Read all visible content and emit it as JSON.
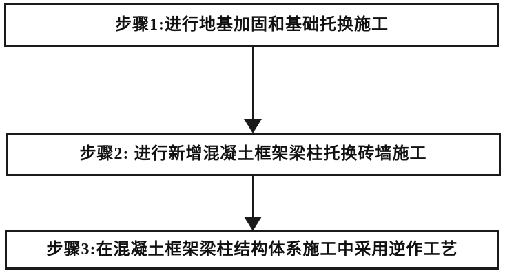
{
  "flowchart": {
    "type": "vertical-process-flow",
    "colors": {
      "background": "#ffffff",
      "line": "#1a1a1a",
      "text": "#111111"
    },
    "steps": [
      {
        "id": 1,
        "label": "步骤1:进行地基加固和基础托换施工"
      },
      {
        "id": 2,
        "label": "步骤2: 进行新增混凝土框架梁柱托换砖墙施工"
      },
      {
        "id": 3,
        "label": "步骤3:在混凝土框架梁柱结构体系施工中采用逆作工艺"
      }
    ],
    "connectors": [
      {
        "from": 1,
        "to": 2,
        "type": "arrow-down"
      },
      {
        "from": 2,
        "to": 3,
        "type": "arrow-down"
      }
    ]
  }
}
